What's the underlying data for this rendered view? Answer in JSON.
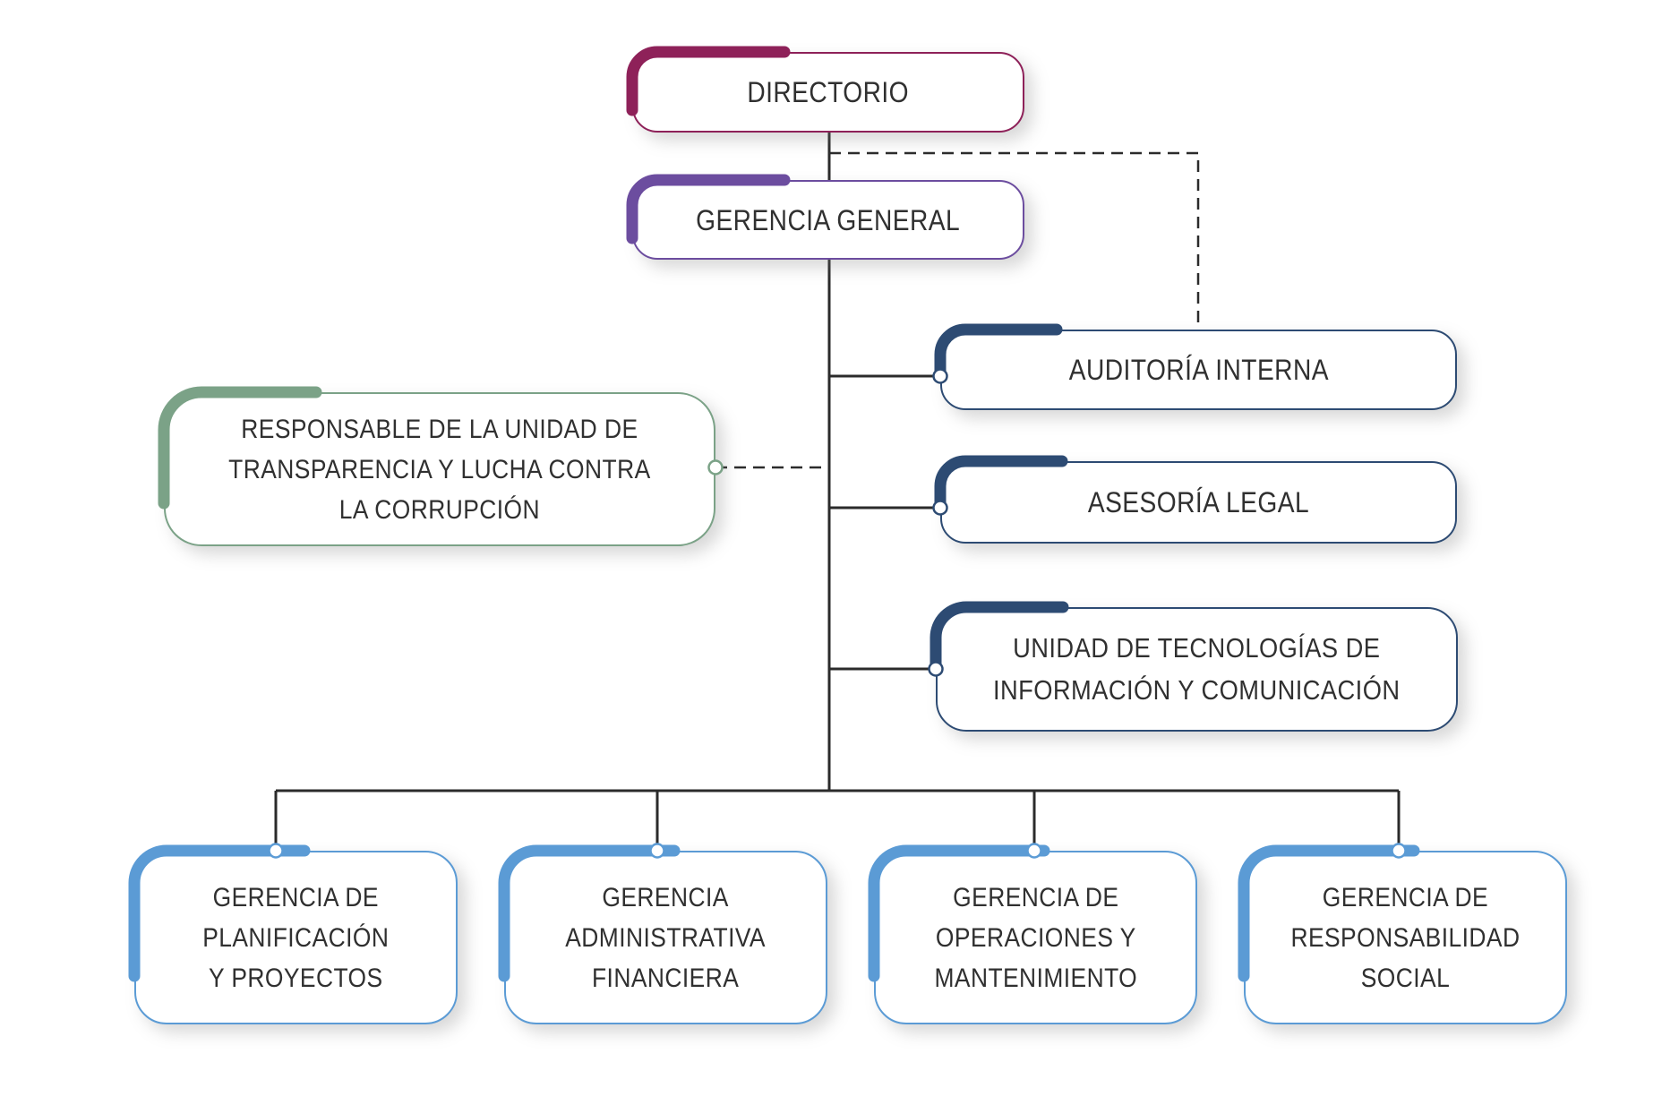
{
  "diagram": {
    "type": "organizational-chart",
    "language": "es",
    "title": ""
  },
  "colors": {
    "connector": "#2B2B2B",
    "background": "#FFFFFF",
    "text": "#303030",
    "maroon": "#8E2159",
    "purple": "#6C4D9F",
    "navy": "#2D4B73",
    "green": "#7BA287",
    "blue": "#5B9BD5"
  },
  "nodes": {
    "directorio": {
      "label": "DIRECTORIO",
      "color": "#8E2159"
    },
    "gerencia_general": {
      "label": "GERENCIA GENERAL",
      "color": "#6C4D9F"
    },
    "auditoria_interna": {
      "label": "AUDITORÍA INTERNA",
      "color": "#2D4B73"
    },
    "asesoria_legal": {
      "label": "ASESORÍA LEGAL",
      "color": "#2D4B73"
    },
    "unidad_tic": {
      "label": "UNIDAD DE TECNOLOGÍAS DE INFORMACIÓN Y COMUNICACIÓN",
      "lines": [
        "UNIDAD DE TECNOLOGÍAS DE",
        "INFORMACIÓN Y COMUNICACIÓN"
      ],
      "color": "#2D4B73"
    },
    "responsable_transparencia": {
      "label": "RESPONSABLE DE LA UNIDAD DE TRANSPARENCIA Y LUCHA CONTRA LA CORRUPCIÓN",
      "lines": [
        "RESPONSABLE DE LA UNIDAD DE",
        "TRANSPARENCIA Y LUCHA CONTRA",
        "LA CORRUPCIÓN"
      ],
      "color": "#7BA287"
    },
    "gerencia_planificacion": {
      "label": "GERENCIA DE PLANIFICACIÓN Y PROYECTOS",
      "lines": [
        "GERENCIA DE",
        "PLANIFICACIÓN",
        "Y PROYECTOS"
      ],
      "color": "#5B9BD5"
    },
    "gerencia_administrativa": {
      "label": "GERENCIA ADMINISTRATIVA FINANCIERA",
      "lines": [
        "GERENCIA",
        "ADMINISTRATIVA",
        "FINANCIERA"
      ],
      "color": "#5B9BD5"
    },
    "gerencia_operaciones": {
      "label": "GERENCIA DE OPERACIONES Y MANTENIMIENTO",
      "lines": [
        "GERENCIA DE",
        "OPERACIONES Y",
        "MANTENIMIENTO"
      ],
      "color": "#5B9BD5"
    },
    "gerencia_responsabilidad": {
      "label": "GERENCIA DE RESPONSABILIDAD SOCIAL",
      "lines": [
        "GERENCIA DE",
        "RESPONSABILIDAD",
        "SOCIAL"
      ],
      "color": "#5B9BD5"
    }
  },
  "edges": [
    {
      "from": "directorio",
      "to": "gerencia_general",
      "style": "solid"
    },
    {
      "from": "directorio",
      "to": "auditoria_interna",
      "style": "dashed"
    },
    {
      "from": "gerencia_general",
      "to": "auditoria_interna",
      "style": "solid"
    },
    {
      "from": "gerencia_general",
      "to": "asesoria_legal",
      "style": "solid"
    },
    {
      "from": "gerencia_general",
      "to": "unidad_tic",
      "style": "solid"
    },
    {
      "from": "gerencia_general",
      "to": "responsable_transparencia",
      "style": "dashed"
    },
    {
      "from": "gerencia_general",
      "to": "gerencia_planificacion",
      "style": "solid"
    },
    {
      "from": "gerencia_general",
      "to": "gerencia_administrativa",
      "style": "solid"
    },
    {
      "from": "gerencia_general",
      "to": "gerencia_operaciones",
      "style": "solid"
    },
    {
      "from": "gerencia_general",
      "to": "gerencia_responsabilidad",
      "style": "solid"
    }
  ]
}
